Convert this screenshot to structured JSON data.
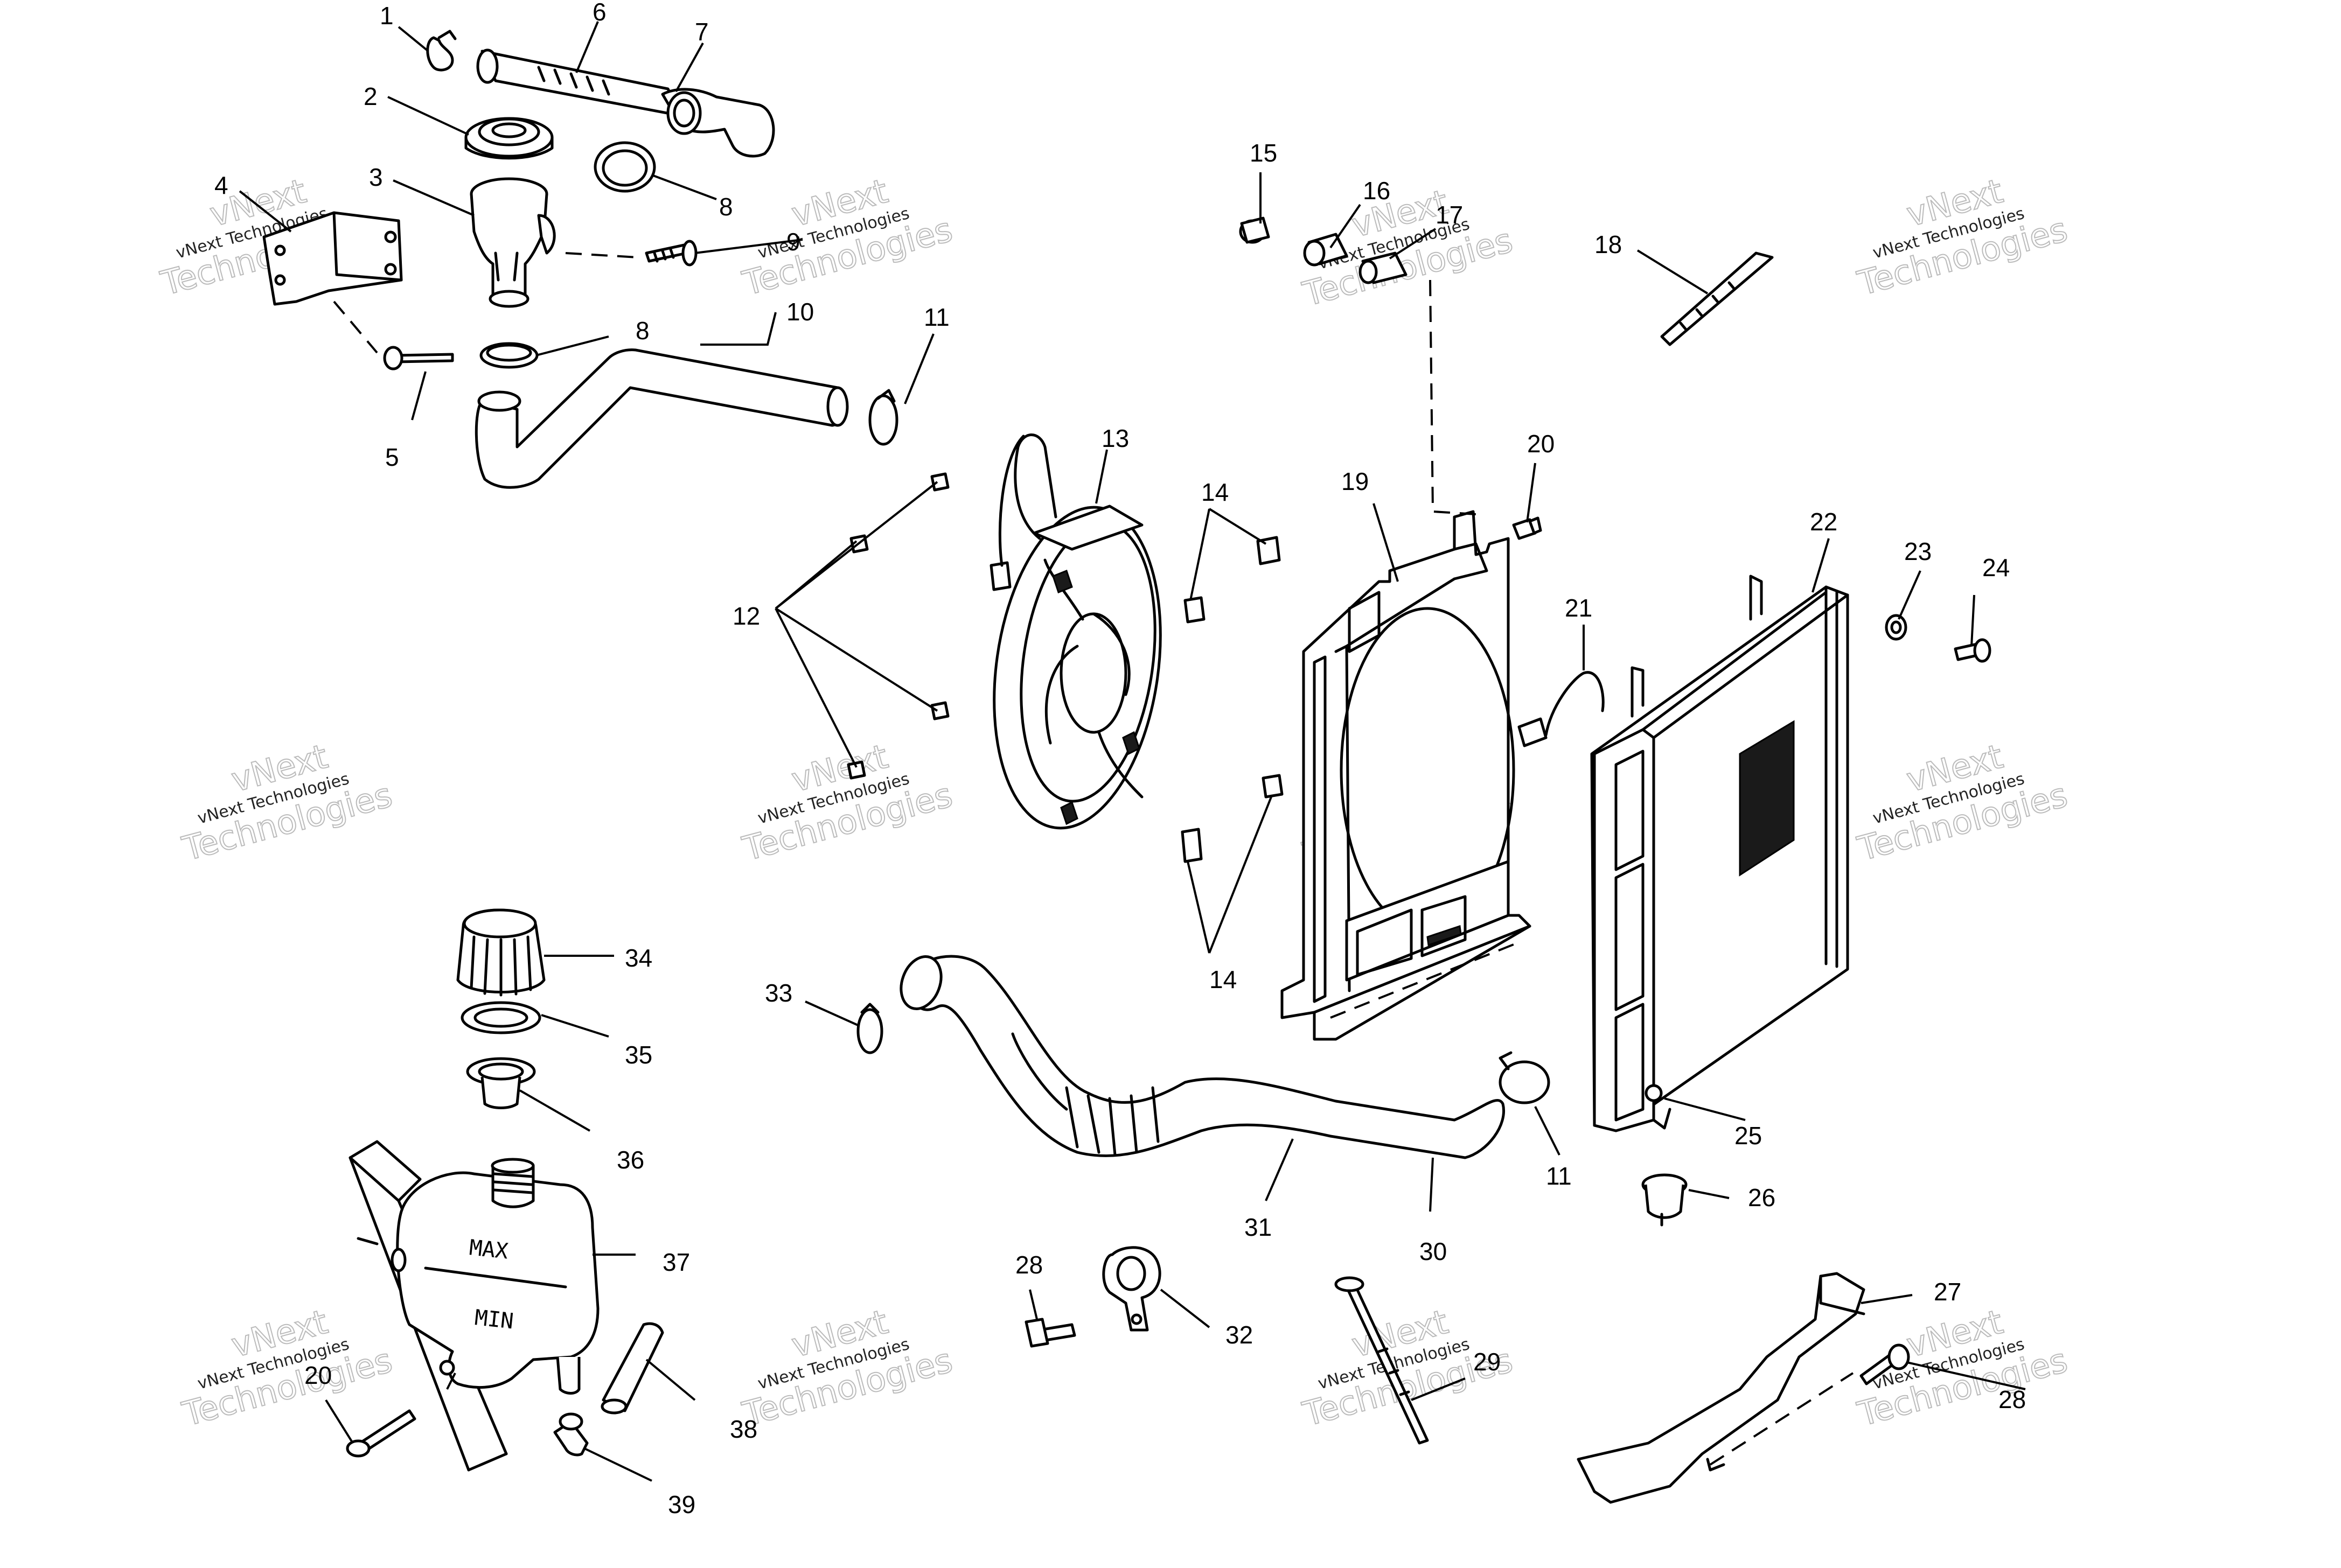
{
  "callouts": {
    "c1": "1",
    "c2": "2",
    "c3": "3",
    "c4": "4",
    "c5": "5",
    "c6": "6",
    "c7": "7",
    "c8a": "8",
    "c8b": "8",
    "c9": "9",
    "c10": "10",
    "c11a": "11",
    "c11b": "11",
    "c12": "12",
    "c13": "13",
    "c14a": "14",
    "c14b": "14",
    "c15": "15",
    "c16": "16",
    "c17": "17",
    "c18": "18",
    "c19": "19",
    "c20a": "20",
    "c20b": "20",
    "c21": "21",
    "c22": "22",
    "c23": "23",
    "c24": "24",
    "c25": "25",
    "c26": "26",
    "c27": "27",
    "c28a": "28",
    "c28b": "28",
    "c29": "29",
    "c30": "30",
    "c31": "31",
    "c32": "32",
    "c33": "33",
    "c34": "34",
    "c35": "35",
    "c36": "36",
    "c37": "37",
    "c38": "38",
    "c39": "39"
  },
  "tank_labels": {
    "max": "MAX",
    "min": "MIN"
  },
  "watermark": {
    "line1": "vNext Technologies",
    "line2": "vNext",
    "line3": "Technologies"
  }
}
